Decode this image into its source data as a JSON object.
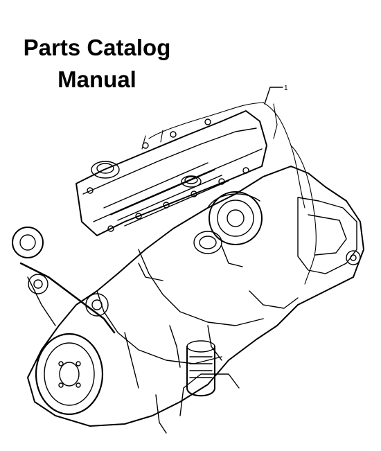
{
  "document": {
    "title_line1": "Parts Catalog",
    "title_line2": "Manual",
    "callout_number": "1"
  },
  "colors": {
    "ink": "#000000",
    "paper": "#ffffff"
  }
}
